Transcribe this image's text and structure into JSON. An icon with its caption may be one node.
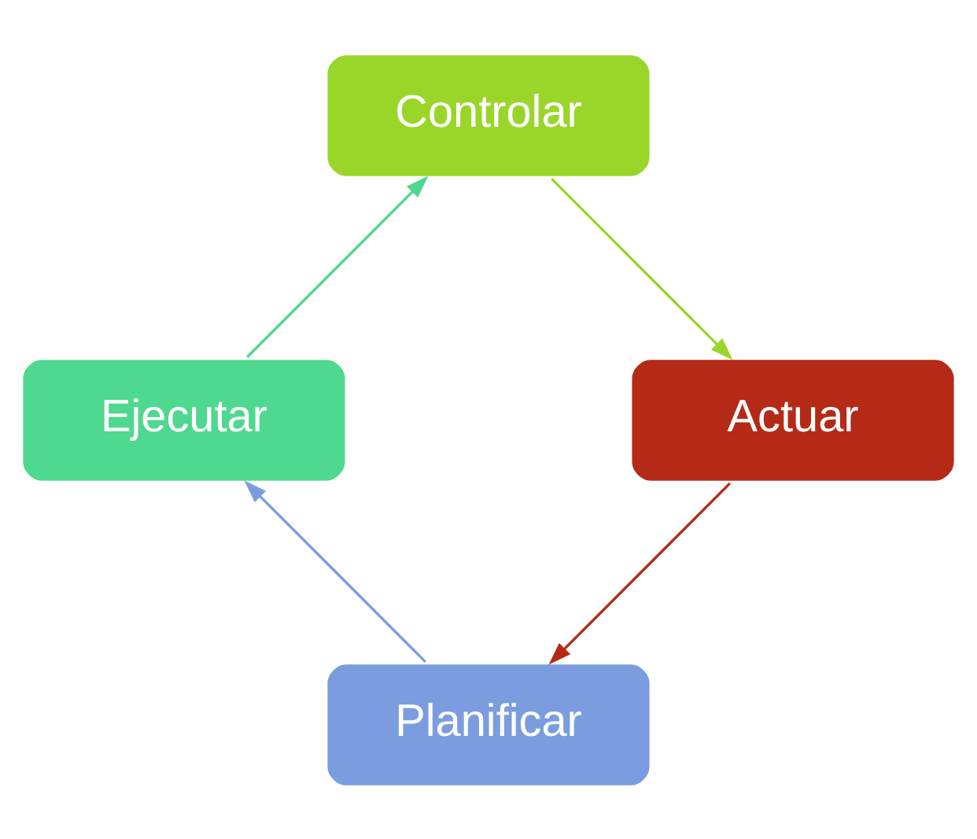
{
  "diagram": {
    "nodes": [
      {
        "text": [
          "Planificar"
        ]
      },
      {
        "text": [
          "Ejecutar"
        ]
      },
      {
        "text": [
          "Controlar"
        ]
      },
      {
        "text": [
          "Actuar"
        ]
      }
    ],
    "edges": [
      {
        "from": 0,
        "to": 1,
        "arrow": "to",
        "color": "#7b9de0"
      },
      {
        "from": 1,
        "to": 2,
        "arrow": "to",
        "color": "#4fd88f"
      },
      {
        "from": 2,
        "to": 3,
        "arrow": "to",
        "color": "#9ad62a"
      },
      {
        "from": 3,
        "to": 0,
        "arrow": "to",
        "color": "#b52a16"
      }
    ]
  }
}
